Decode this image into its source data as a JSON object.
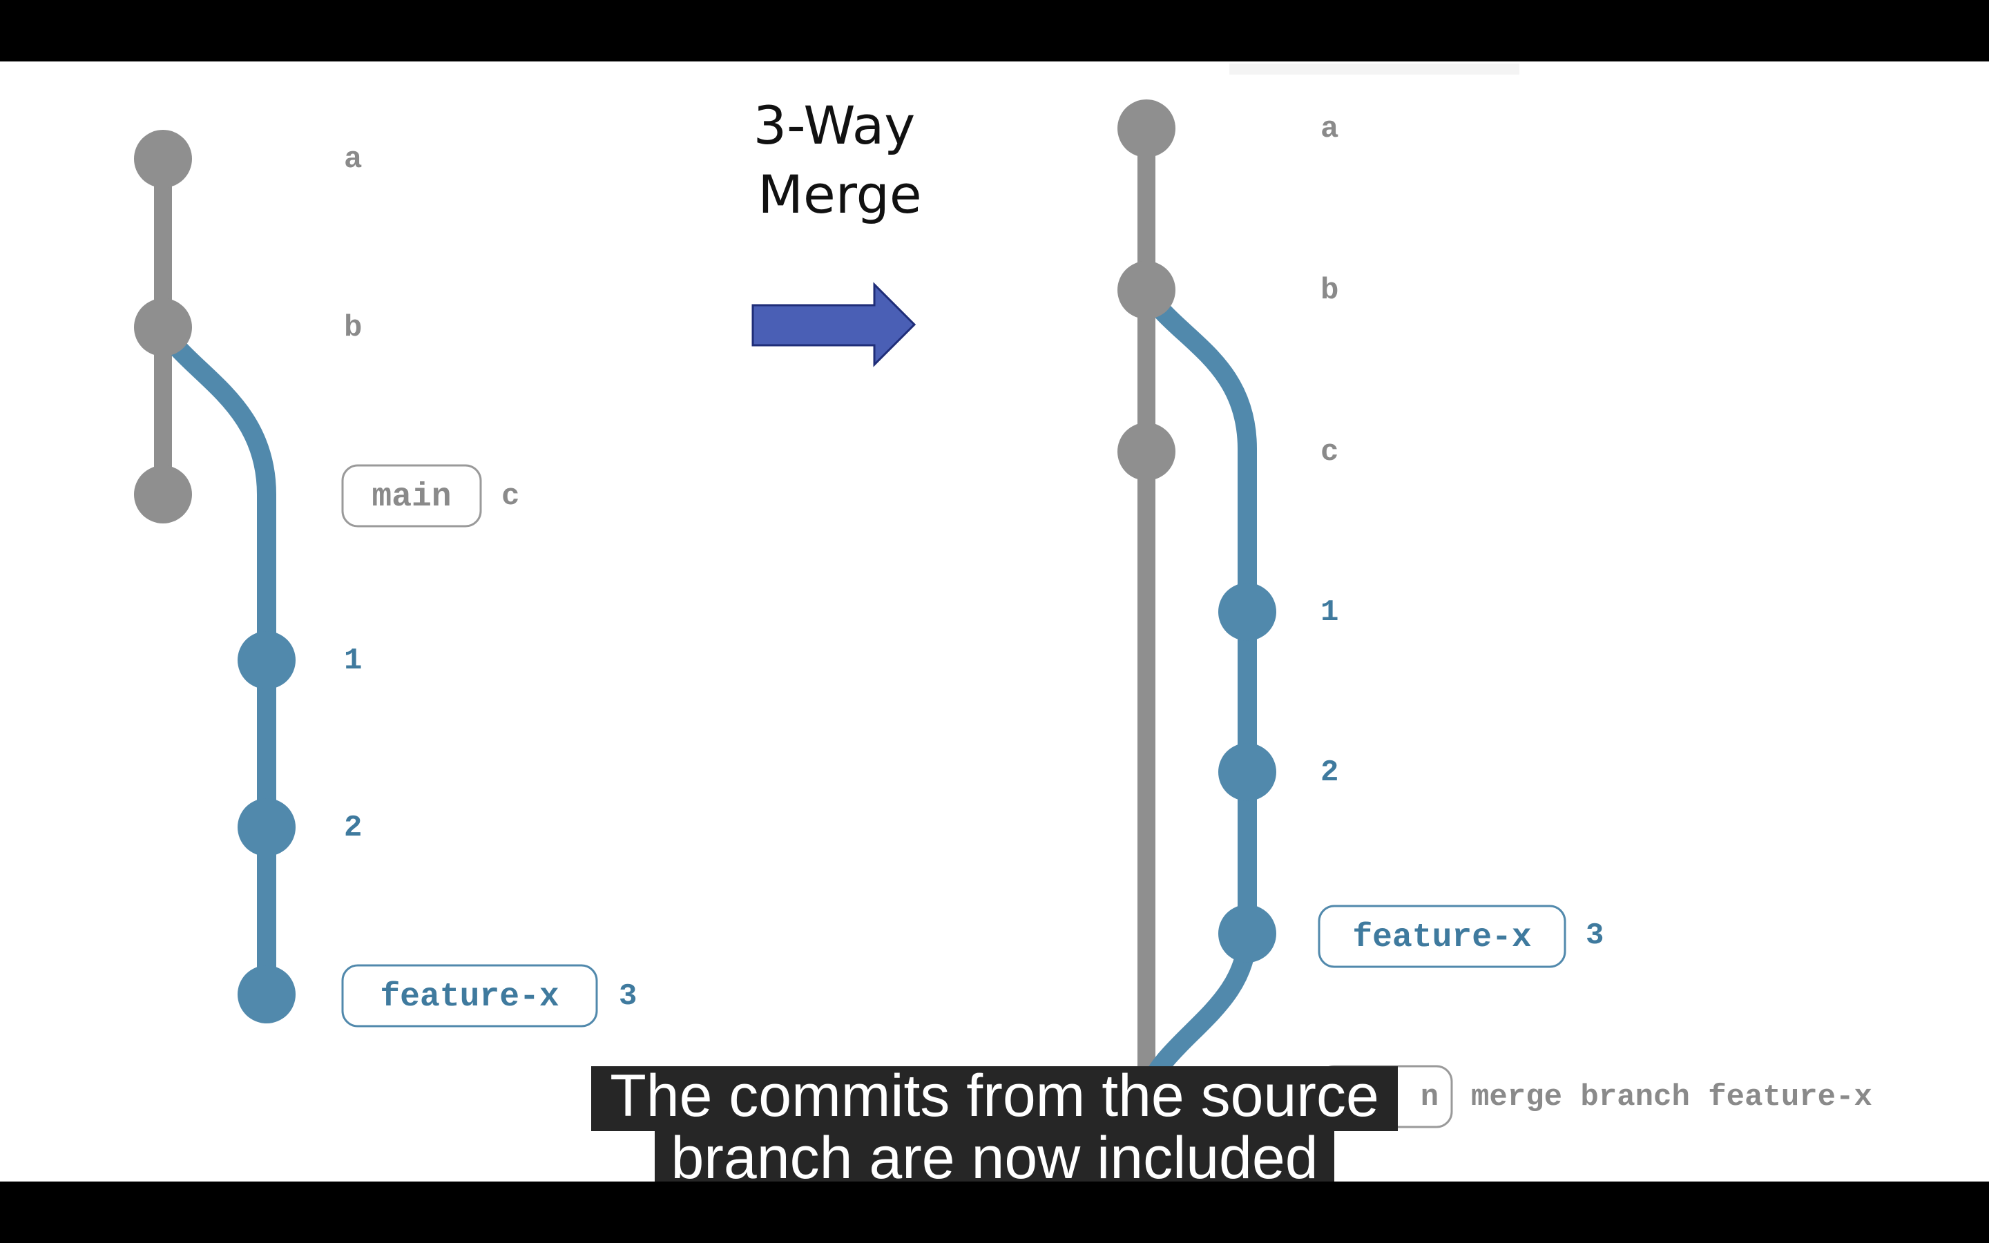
{
  "title": {
    "line1": "3-Way",
    "line2": "Merge"
  },
  "colors": {
    "main_branch": "#8f8f8f",
    "feature_branch": "#5189ac",
    "arrow_fill": "#4a5fb5",
    "arrow_stroke": "#1f2d78",
    "label_gray": "#8a8a8a",
    "label_blue": "#3f7a9e"
  },
  "before": {
    "commits": [
      "a",
      "b",
      "c",
      "1",
      "2",
      "3"
    ],
    "main_tag": "main",
    "feature_tag": "feature-x"
  },
  "after": {
    "commits": [
      "a",
      "b",
      "c",
      "1",
      "2",
      "3"
    ],
    "feature_tag": "feature-x",
    "main_tag_partial": "n",
    "merge_message": "merge branch feature-x"
  },
  "caption": {
    "line1": "The commits from the source",
    "line2": "branch are now included"
  }
}
